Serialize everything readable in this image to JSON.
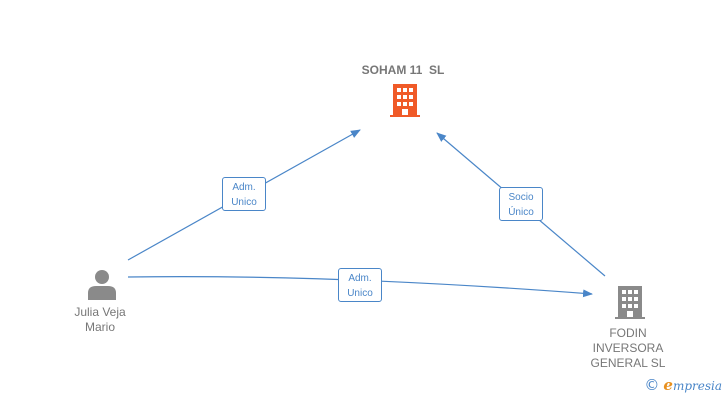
{
  "nodes": {
    "main_company": {
      "name": "SOHAM 11  SL"
    },
    "person": {
      "name_line1": "Julia Veja",
      "name_line2": "Mario"
    },
    "parent_company": {
      "name_line1": "FODIN",
      "name_line2": "INVERSORA",
      "name_line3": "GENERAL SL"
    }
  },
  "edges": {
    "person_to_main": {
      "line1": "Adm.",
      "line2": "Unico"
    },
    "person_to_parent": {
      "line1": "Adm.",
      "line2": "Unico"
    },
    "parent_to_main": {
      "line1": "Socio",
      "line2": "Único"
    }
  },
  "footer": {
    "copyright": "©",
    "brand_initial": "e",
    "brand_rest": "mpresia"
  },
  "colors": {
    "main_company_icon": "#f05a28",
    "node_icon": "#8a8a8a",
    "edge": "#4a86c8",
    "label_text": "#777777"
  },
  "icons": {
    "main_company": "building-icon",
    "person": "person-icon",
    "parent_company": "building-icon"
  }
}
